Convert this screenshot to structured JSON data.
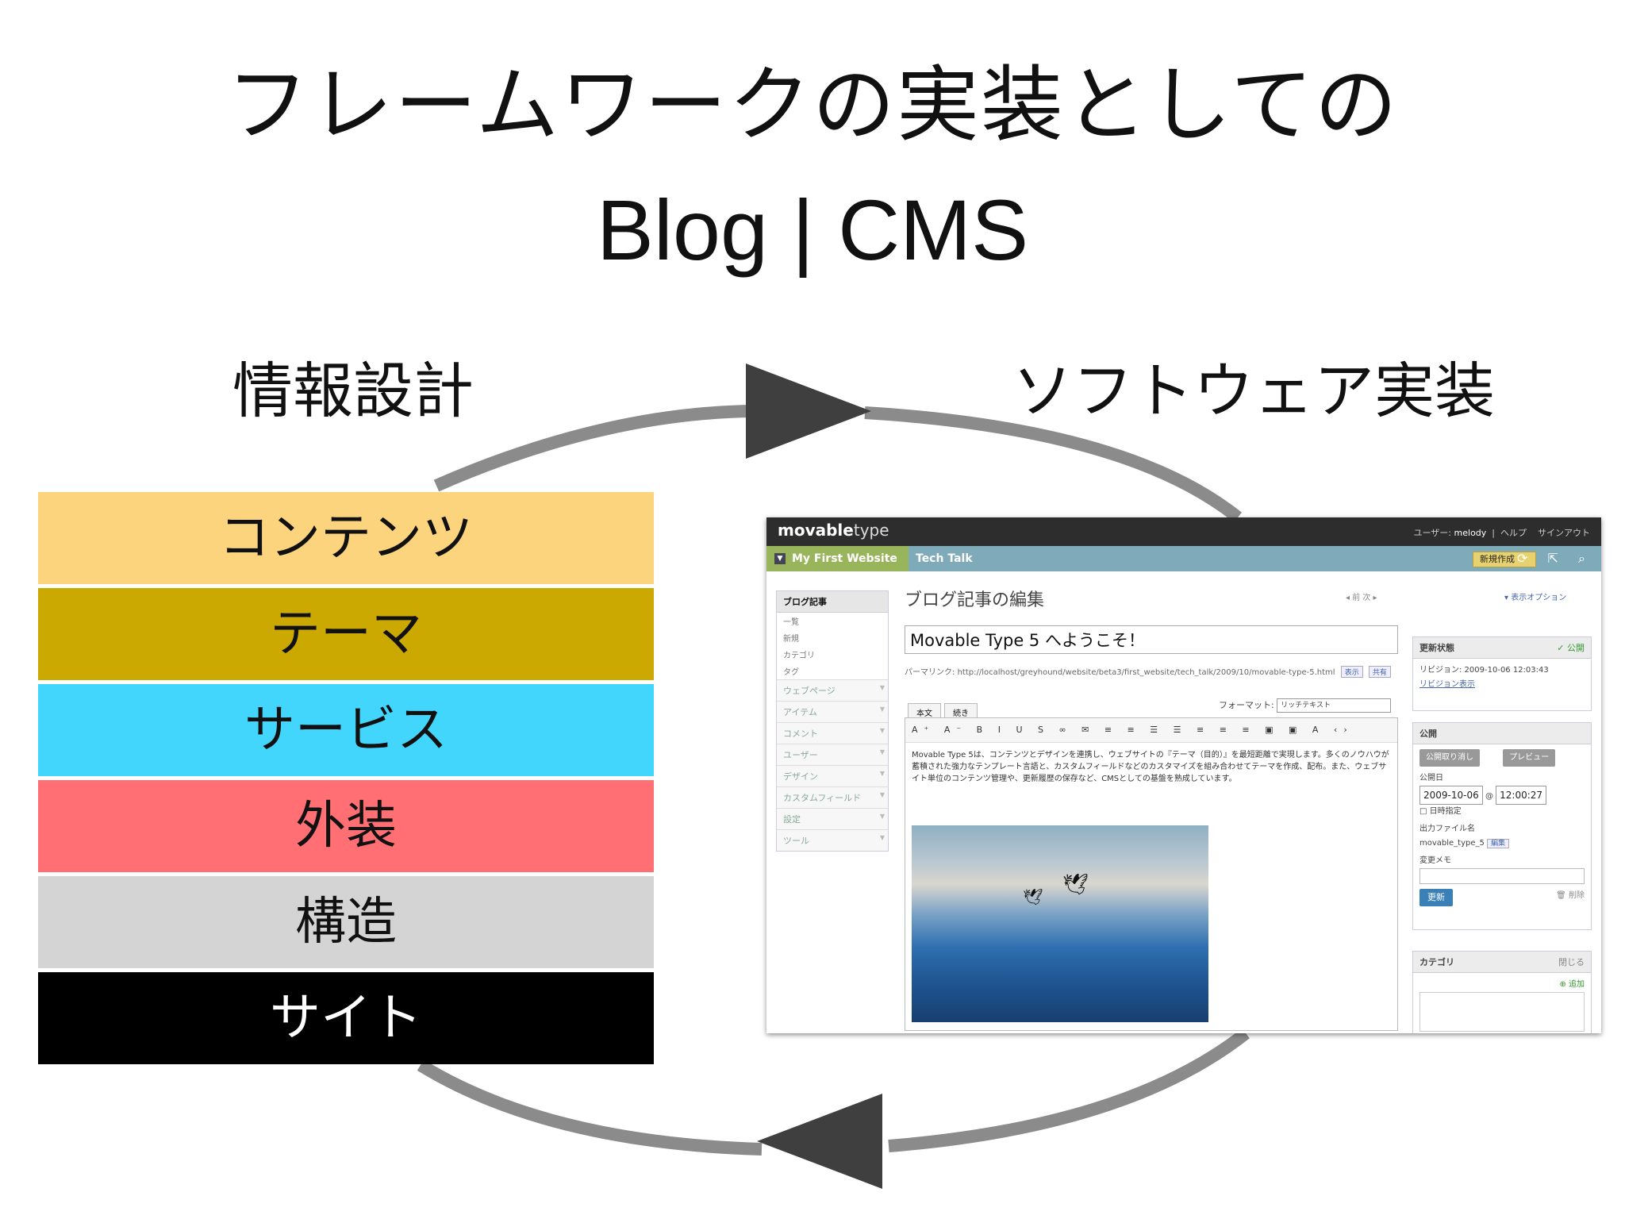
{
  "slide": {
    "title_line1": "フレームワークの実装としての",
    "title_line2": "Blog | CMS",
    "label_left": "情報設計",
    "label_right": "ソフトウェア実装"
  },
  "layers": [
    {
      "label": "コンテンツ",
      "color": "#fcd47e",
      "text_color": "#111111"
    },
    {
      "label": "テーマ",
      "color": "#cba900",
      "text_color": "#111111"
    },
    {
      "label": "サービス",
      "color": "#43d6fc",
      "text_color": "#111111"
    },
    {
      "label": "外装",
      "color": "#ff6f74",
      "text_color": "#111111"
    },
    {
      "label": "構造",
      "color": "#d4d4d4",
      "text_color": "#111111"
    },
    {
      "label": "サイト",
      "color": "#000000",
      "text_color": "#ffffff"
    }
  ],
  "mt": {
    "logo_bold": "movable",
    "logo_light": "type",
    "user_label": "ユーザー:",
    "user_name": "melody",
    "help": "ヘルプ",
    "signout": "サインアウト",
    "site_name": "My First Website",
    "blog_name": "Tech Talk",
    "new_button": "新規作成",
    "nav_icons": "⟳ ⇱ ⌕",
    "page_title": "ブログ記事の編集",
    "pager": "◂ 前   次 ▸",
    "display_options": "▾ 表示オプション",
    "sidebar": {
      "head": "ブログ記事",
      "subs": [
        "一覧",
        "新規",
        "カテゴリ",
        "タグ"
      ],
      "groups": [
        "ウェブページ",
        "アイテム",
        "コメント",
        "ユーザー",
        "デザイン",
        "カスタムフィールド",
        "設定",
        "ツール"
      ]
    },
    "entry_title": "Movable Type 5 へようこそ！",
    "permalink_label": "パーマリンク:",
    "permalink_url": "http://localhost/greyhound/website/beta3/first_website/tech_talk/2009/10/movable-type-5.html",
    "permalink_view": "表示",
    "permalink_share": "共有",
    "tab_body": "本文",
    "tab_more": "続き",
    "format_label": "フォーマット:",
    "format_value": "リッチテキスト",
    "toolbar": "A⁺ A⁻ B I U S ∞ ✉ ≡ ≡ ☰ ☰ ≡ ≡ ≡ ▣ ▣ A ‹›",
    "body_text": "Movable Type 5は、コンテンツとデザインを連携し、ウェブサイトの『テーマ（目的）』を最短距離で実現します。多くのノウハウが蓄積された強力なテンプレート言語と、カスタムフィールドなどのカスタマイズを組み合わせてテーマを作成、配布。また、ウェブサイト単位のコンテンツ管理や、更新履歴の保存など、CMSとしての基盤を熟成しています。",
    "status_head": "更新状態",
    "status_value": "✓ 公開",
    "revision": "リビジョン: 2009-10-06 12:03:43",
    "revision_link": "リビジョン表示",
    "publish_head": "公開",
    "unpublish_button": "公開取り消し",
    "preview_button": "プレビュー",
    "pub_date_label": "公開日",
    "pub_date": "2009-10-06",
    "pub_at": "@",
    "pub_time": "12:00:27",
    "schedule_label": "□ 日時指定",
    "output_label": "出力ファイル名",
    "output_value": "movable_type_5",
    "output_edit": "編集",
    "memo_label": "変更メモ",
    "update_button": "更新",
    "delete_label": "🗑 削除",
    "category_head": "カテゴリ",
    "category_close": "閉じる",
    "category_add": "⊕ 追加"
  }
}
